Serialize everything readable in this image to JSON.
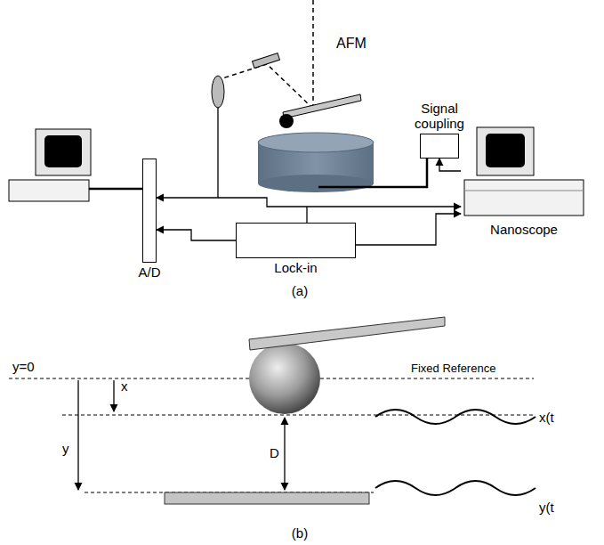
{
  "diagram": {
    "nodes": [
      {
        "text": [
          "A/D"
        ]
      },
      {
        "text": [
          "Lock-in"
        ]
      },
      {
        "text": [
          "Signal coupling"
        ]
      },
      {
        "text": [
          "Nanoscope"
        ]
      }
    ],
    "edges": [
      {
        "from": 3,
        "to": 2,
        "arrow": "to"
      },
      {
        "from": 1,
        "to": 0,
        "arrow": "to"
      },
      {
        "from": 1,
        "to": 3,
        "arrow": "to"
      }
    ],
    "labels": [
      "AFM",
      "(a)",
      "y=0",
      "x",
      "y",
      "D",
      "Fixed Reference",
      "x(t",
      "y(t",
      "(b)"
    ]
  }
}
